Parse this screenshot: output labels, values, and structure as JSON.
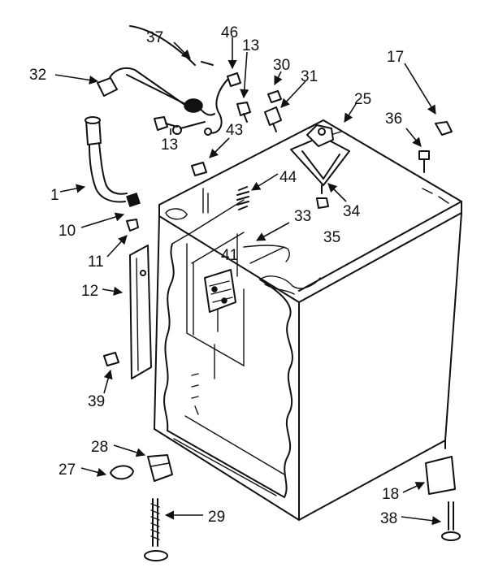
{
  "labels": {
    "l1": "1",
    "l10": "10",
    "l11": "11",
    "l12": "12",
    "l13a": "13",
    "l13b": "13",
    "l17": "17",
    "l18": "18",
    "l25": "25",
    "l27": "27",
    "l28": "28",
    "l29": "29",
    "l30": "30",
    "l31": "31",
    "l32": "32",
    "l33": "33",
    "l34": "34",
    "l35": "35",
    "l36": "36",
    "l37": "37",
    "l38": "38",
    "l39": "39",
    "l41": "41",
    "l43": "43",
    "l44": "44",
    "l46": "46"
  }
}
